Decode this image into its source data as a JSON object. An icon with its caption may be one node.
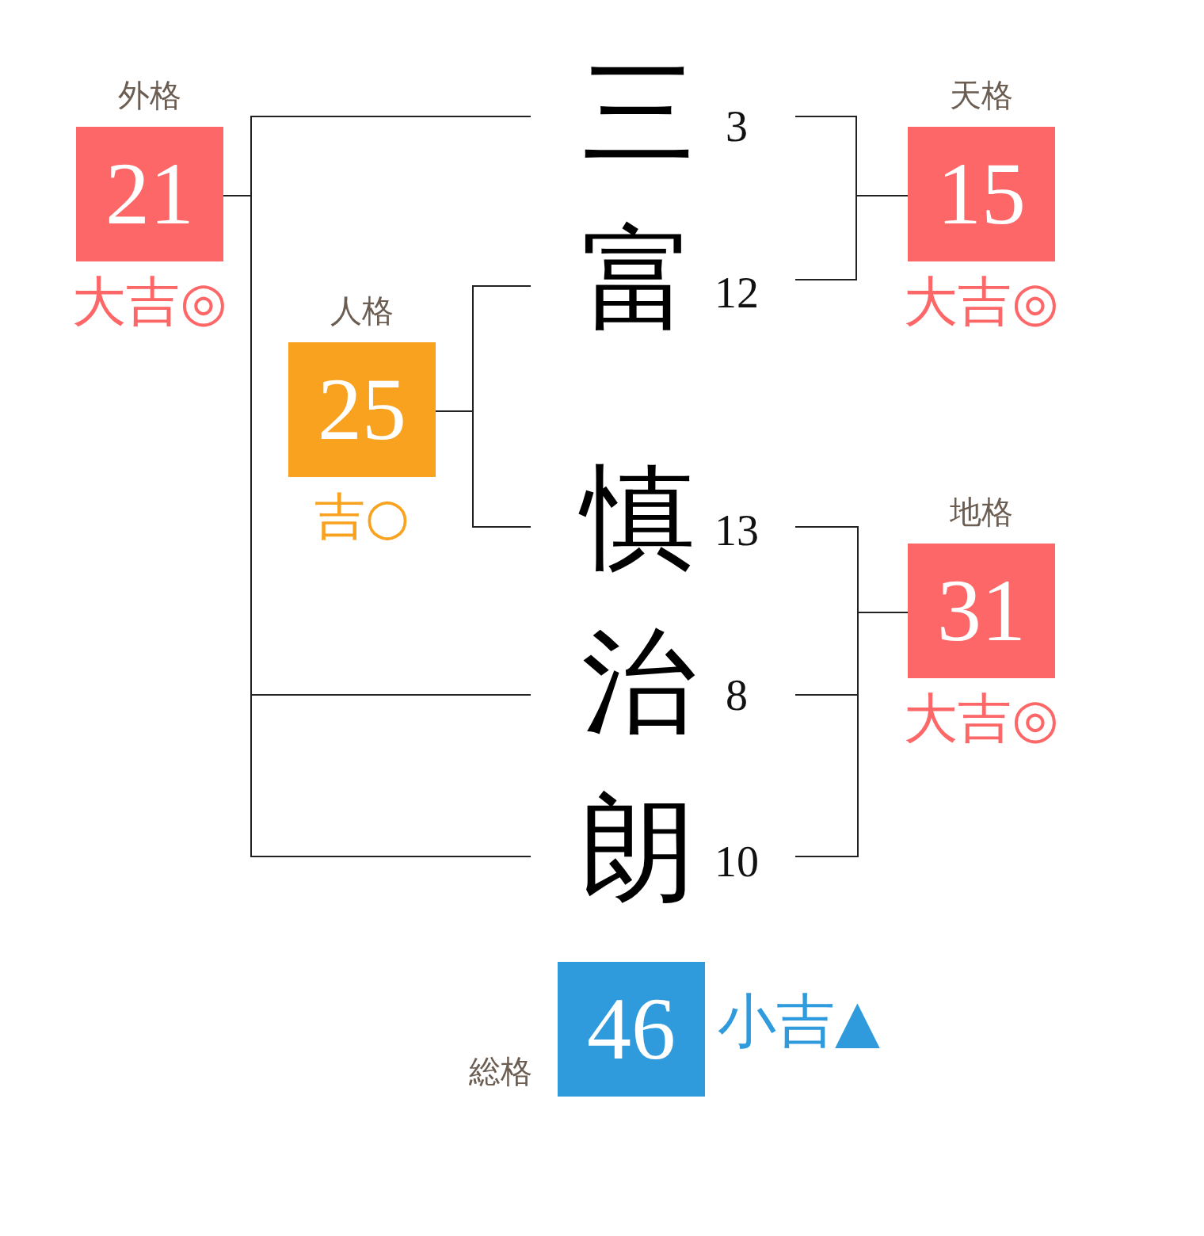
{
  "diagram": {
    "nodes": [
      {
        "text": [
          "外格",
          "21"
        ],
        "beside": [
          "大吉◎"
        ]
      },
      {
        "text": [
          "三"
        ],
        "beside": [
          "3"
        ]
      },
      {
        "text": [
          "天格",
          "15"
        ],
        "beside": [
          "大吉◎"
        ]
      },
      {
        "text": [
          "富"
        ],
        "beside": [
          "12"
        ]
      },
      {
        "text": [
          "人格",
          "25"
        ],
        "beside": [
          "吉○"
        ]
      },
      {
        "text": [
          "慎"
        ],
        "beside": [
          "13"
        ]
      },
      {
        "text": [
          "地格",
          "31"
        ],
        "beside": [
          "大吉◎"
        ]
      },
      {
        "text": [
          "治"
        ],
        "beside": [
          "8"
        ]
      },
      {
        "text": [
          "朗"
        ],
        "beside": [
          "10"
        ]
      },
      {
        "text": [
          "総格",
          "46"
        ],
        "beside": [
          "小吉▲"
        ]
      }
    ],
    "edges": [
      {
        "from": 1,
        "to": 0,
        "arrow": "none"
      },
      {
        "from": 7,
        "to": 0,
        "arrow": "none"
      },
      {
        "from": 8,
        "to": 0,
        "arrow": "none"
      },
      {
        "from": 1,
        "to": 2,
        "arrow": "none"
      },
      {
        "from": 3,
        "to": 2,
        "arrow": "none"
      },
      {
        "from": 3,
        "to": 4,
        "arrow": "none"
      },
      {
        "from": 5,
        "to": 4,
        "arrow": "none"
      },
      {
        "from": 5,
        "to": 6,
        "arrow": "none"
      },
      {
        "from": 7,
        "to": 6,
        "arrow": "none"
      },
      {
        "from": 8,
        "to": 6,
        "arrow": "none"
      }
    ]
  }
}
